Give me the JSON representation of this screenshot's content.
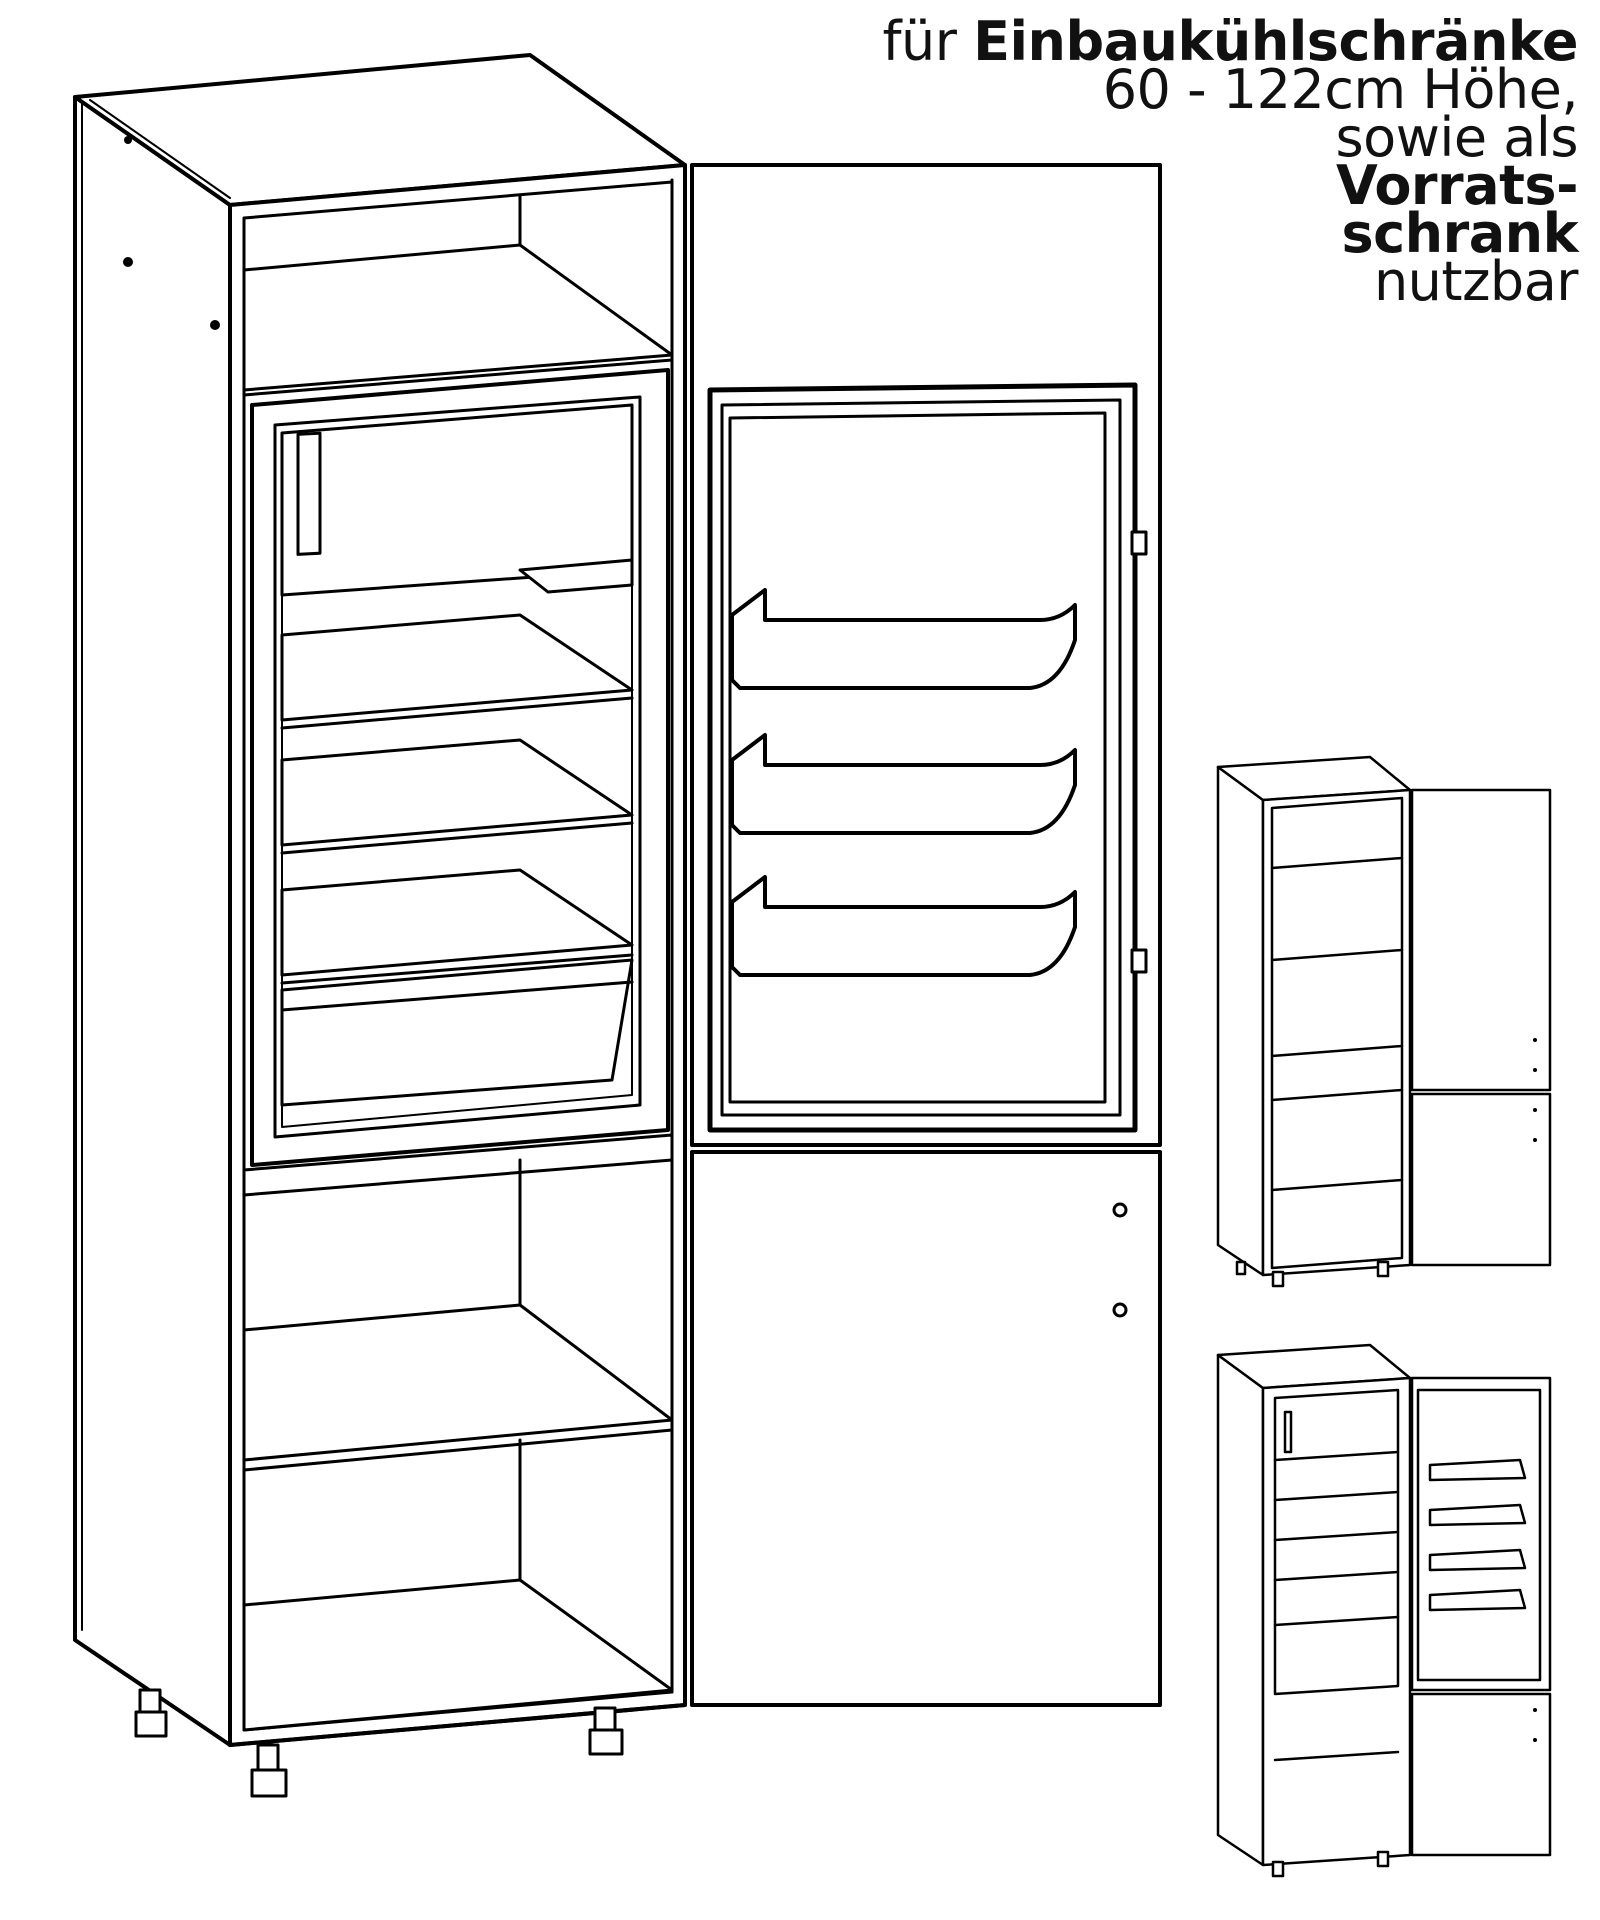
{
  "headline": {
    "line1_light": "für ",
    "line1_bold": "Einbaukühlschränke",
    "line2": "60 - 122cm Höhe,",
    "line3": "sowie als",
    "line4_bold": "Vorrats-",
    "line5_bold": "schrank",
    "line6": "nutzbar"
  },
  "illustrations": {
    "main": "tall-cabinet-with-built-in-fridge-door-open",
    "thumb_top": "tall-cabinet-pantry-shelves",
    "thumb_bottom": "tall-cabinet-with-fridge"
  }
}
